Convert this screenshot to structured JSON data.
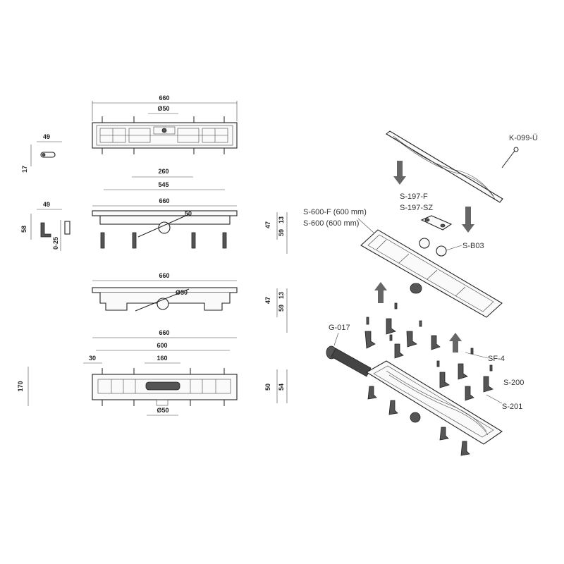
{
  "views": {
    "top": {
      "width": "660",
      "outlet": "Ø50"
    },
    "side1": {
      "inner": "260",
      "mid": "545",
      "width": "660",
      "angle": "50",
      "h1": "47",
      "h2": "59",
      "h3": "13"
    },
    "side2": {
      "width": "660",
      "outlet": "Ø50",
      "h1": "47",
      "h2": "59",
      "h3": "13"
    },
    "bottom": {
      "width": "660",
      "inner": "600",
      "edge": "30",
      "center": "160",
      "outlet": "Ø50",
      "height_total": "170",
      "h1": "50",
      "h2": "54"
    },
    "detail_foot": {
      "w": "49",
      "h": "17"
    },
    "detail_leg": {
      "w": "49",
      "h": "58",
      "adj": "0-25"
    }
  },
  "parts": {
    "k099": "K-099-Ü",
    "s197f": "S-197-F",
    "s197sz": "S-197-SZ",
    "s600f": "S-600-F  (600 mm)",
    "s600": "S-600     (600 mm)",
    "sb03": "S-B03",
    "g017": "G-017",
    "sf4": "SF-4",
    "s200": "S-200",
    "s201": "S-201"
  }
}
